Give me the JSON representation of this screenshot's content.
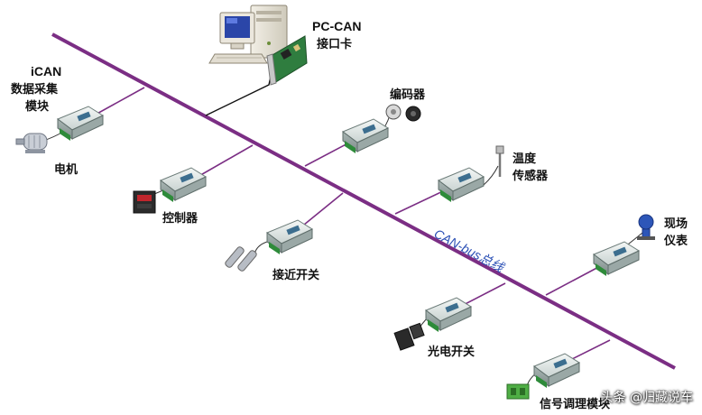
{
  "bus": {
    "label": "CAN-bus总线",
    "color": "#7b2e84"
  },
  "pc_can": {
    "line1": "PC-CAN",
    "line2": "接口卡"
  },
  "ican": {
    "line1": "iCAN",
    "line2": "数据采集",
    "line3": "模块"
  },
  "devices": {
    "motor": "电机",
    "controller": "控制器",
    "proximity": "接近开关",
    "encoder": "编码器",
    "temperature_line1": "温度",
    "temperature_line2": "传感器",
    "field_line1": "现场",
    "field_line2": "仪表",
    "photo": "光电开关",
    "signal": "信号调理模块"
  },
  "watermark": "头条 @归藏说车"
}
